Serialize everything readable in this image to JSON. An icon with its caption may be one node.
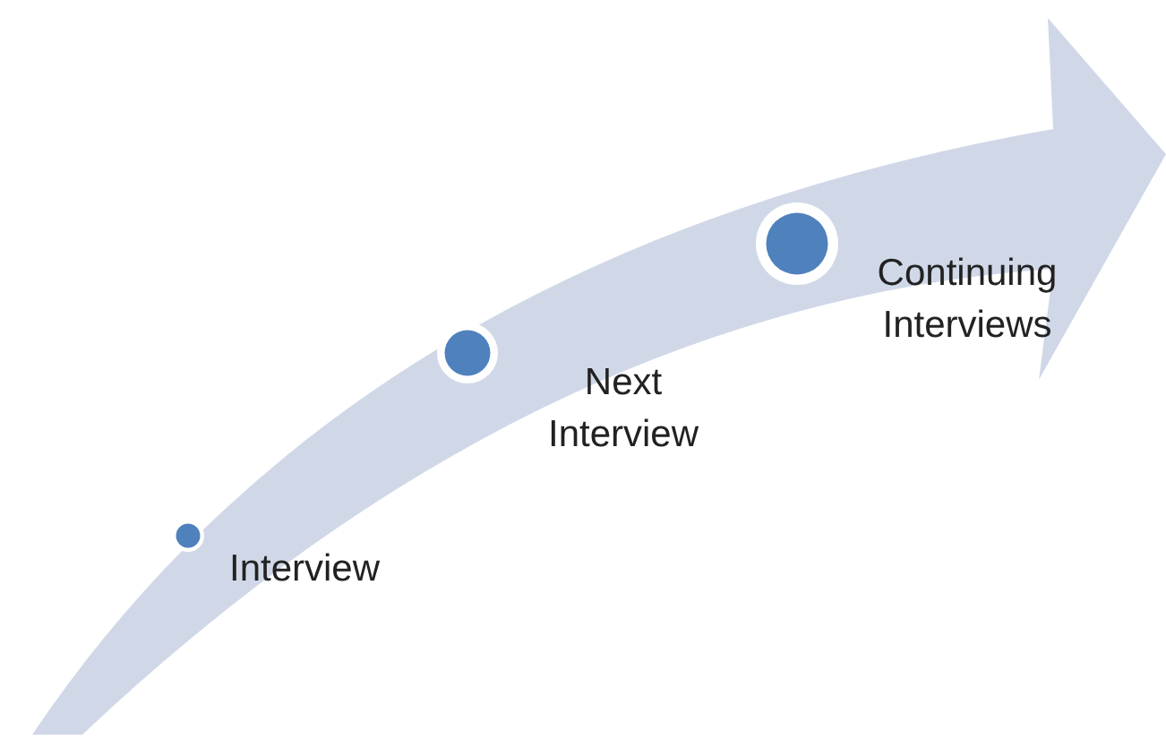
{
  "diagram": {
    "nodes": [
      {
        "text": [],
        "shape": "circle",
        "beside": [
          "Interview"
        ]
      },
      {
        "text": [],
        "shape": "circle",
        "beside": [
          "Next Interview"
        ]
      },
      {
        "text": [],
        "shape": "circle",
        "beside": [
          "Continuing Interviews"
        ]
      }
    ]
  }
}
